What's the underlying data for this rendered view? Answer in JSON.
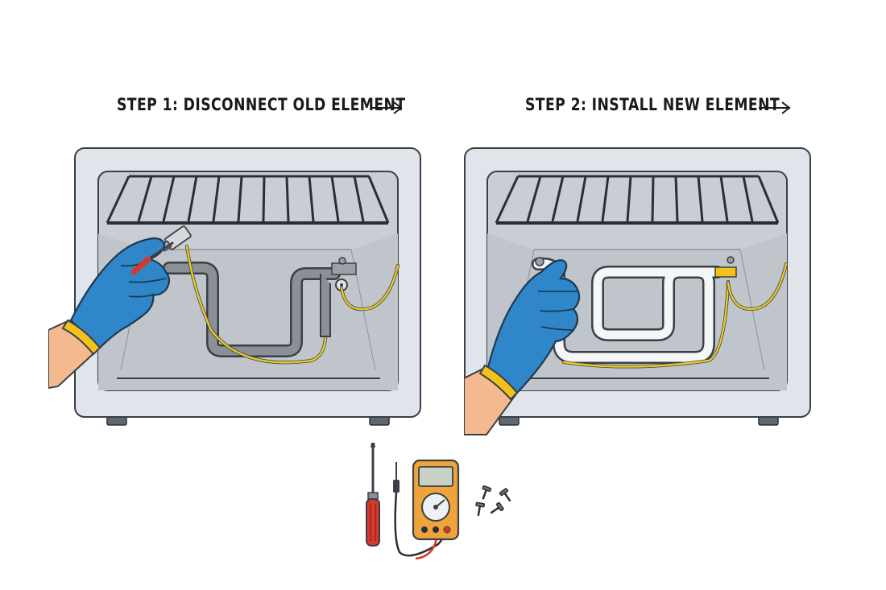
{
  "steps": [
    {
      "title": "STEP 1: DISCONNECT OLD ELEMENT"
    },
    {
      "title": "STEP 2: INSTALL NEW ELEMENT"
    }
  ],
  "tools": [
    "screwdriver",
    "multimeter",
    "screws"
  ],
  "colors": {
    "oven_body": "#dfe5ea",
    "oven_cavity": "#c9cfd4",
    "glove": "#2f86c8",
    "cuff": "#f2c21b",
    "skin": "#f4b98f",
    "wire": "#e8c826",
    "old_element": "#8a9096",
    "new_element": "#f4f6f7",
    "multimeter": "#f0a33a",
    "screwdriver_handle": "#d8382c"
  }
}
